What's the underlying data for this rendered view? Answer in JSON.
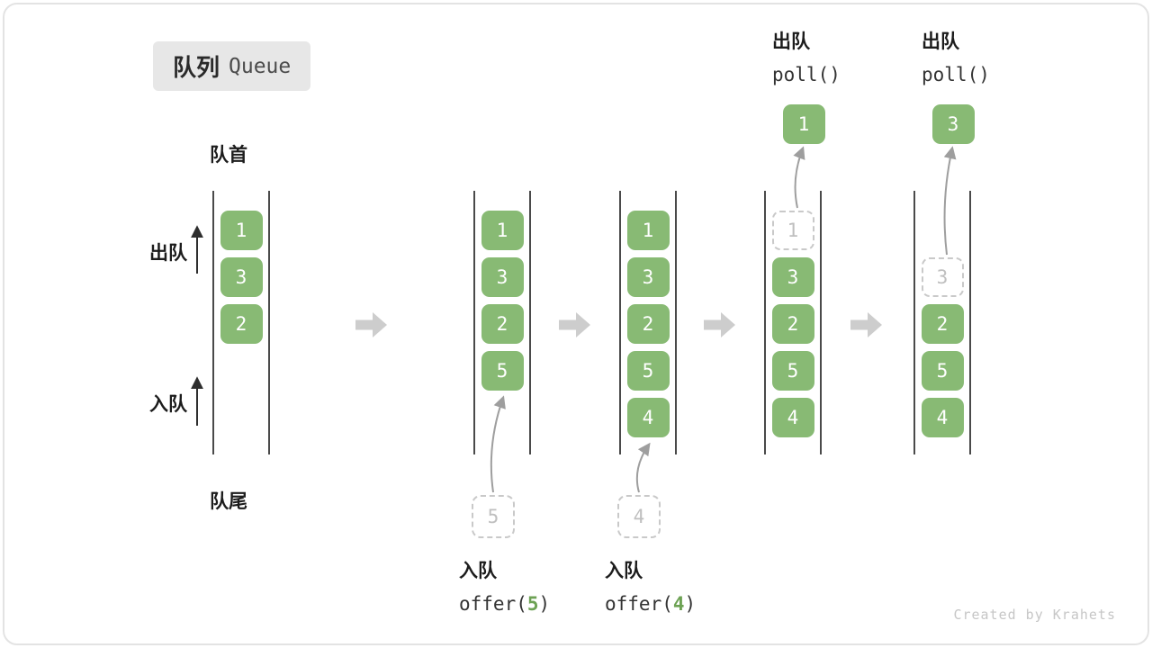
{
  "title": {
    "zh": "队列",
    "en": "Queue"
  },
  "labels": {
    "front": "队首",
    "rear": "队尾",
    "dequeue": "出队",
    "enqueue": "入队"
  },
  "watermark": "Created by Krahets",
  "colors": {
    "cell_green": "#88ba74",
    "code_green": "#6da254",
    "dashed_border": "#c9c9c9",
    "arrow_gray": "#9e9e9e",
    "rail": "#4a4a4a",
    "block_arrow": "#cdcdcd"
  },
  "states": [
    {
      "slots": [
        {
          "v": "1",
          "style": "solid"
        },
        {
          "v": "3",
          "style": "solid"
        },
        {
          "v": "2",
          "style": "solid"
        },
        null,
        null
      ]
    },
    {
      "slots": [
        {
          "v": "1",
          "style": "solid"
        },
        {
          "v": "3",
          "style": "solid"
        },
        {
          "v": "2",
          "style": "solid"
        },
        {
          "v": "5",
          "style": "solid"
        },
        null
      ],
      "pending": {
        "value": "5"
      },
      "caption_below": {
        "op": "入队",
        "code_pre": "offer(",
        "arg": "5",
        "code_post": ")"
      }
    },
    {
      "slots": [
        {
          "v": "1",
          "style": "solid"
        },
        {
          "v": "3",
          "style": "solid"
        },
        {
          "v": "2",
          "style": "solid"
        },
        {
          "v": "5",
          "style": "solid"
        },
        {
          "v": "4",
          "style": "solid"
        }
      ],
      "pending": {
        "value": "4"
      },
      "caption_below": {
        "op": "入队",
        "code_pre": "offer(",
        "arg": "4",
        "code_post": ")"
      }
    },
    {
      "slots": [
        {
          "v": "1",
          "style": "dashed"
        },
        {
          "v": "3",
          "style": "solid"
        },
        {
          "v": "2",
          "style": "solid"
        },
        {
          "v": "5",
          "style": "solid"
        },
        {
          "v": "4",
          "style": "solid"
        }
      ],
      "popped": {
        "value": "1"
      },
      "caption_above": {
        "op": "出队",
        "code": "poll()"
      }
    },
    {
      "slots": [
        null,
        {
          "v": "3",
          "style": "dashed"
        },
        {
          "v": "2",
          "style": "solid"
        },
        {
          "v": "5",
          "style": "solid"
        },
        {
          "v": "4",
          "style": "solid"
        }
      ],
      "popped": {
        "value": "3"
      },
      "caption_above": {
        "op": "出队",
        "code": "poll()"
      }
    }
  ]
}
